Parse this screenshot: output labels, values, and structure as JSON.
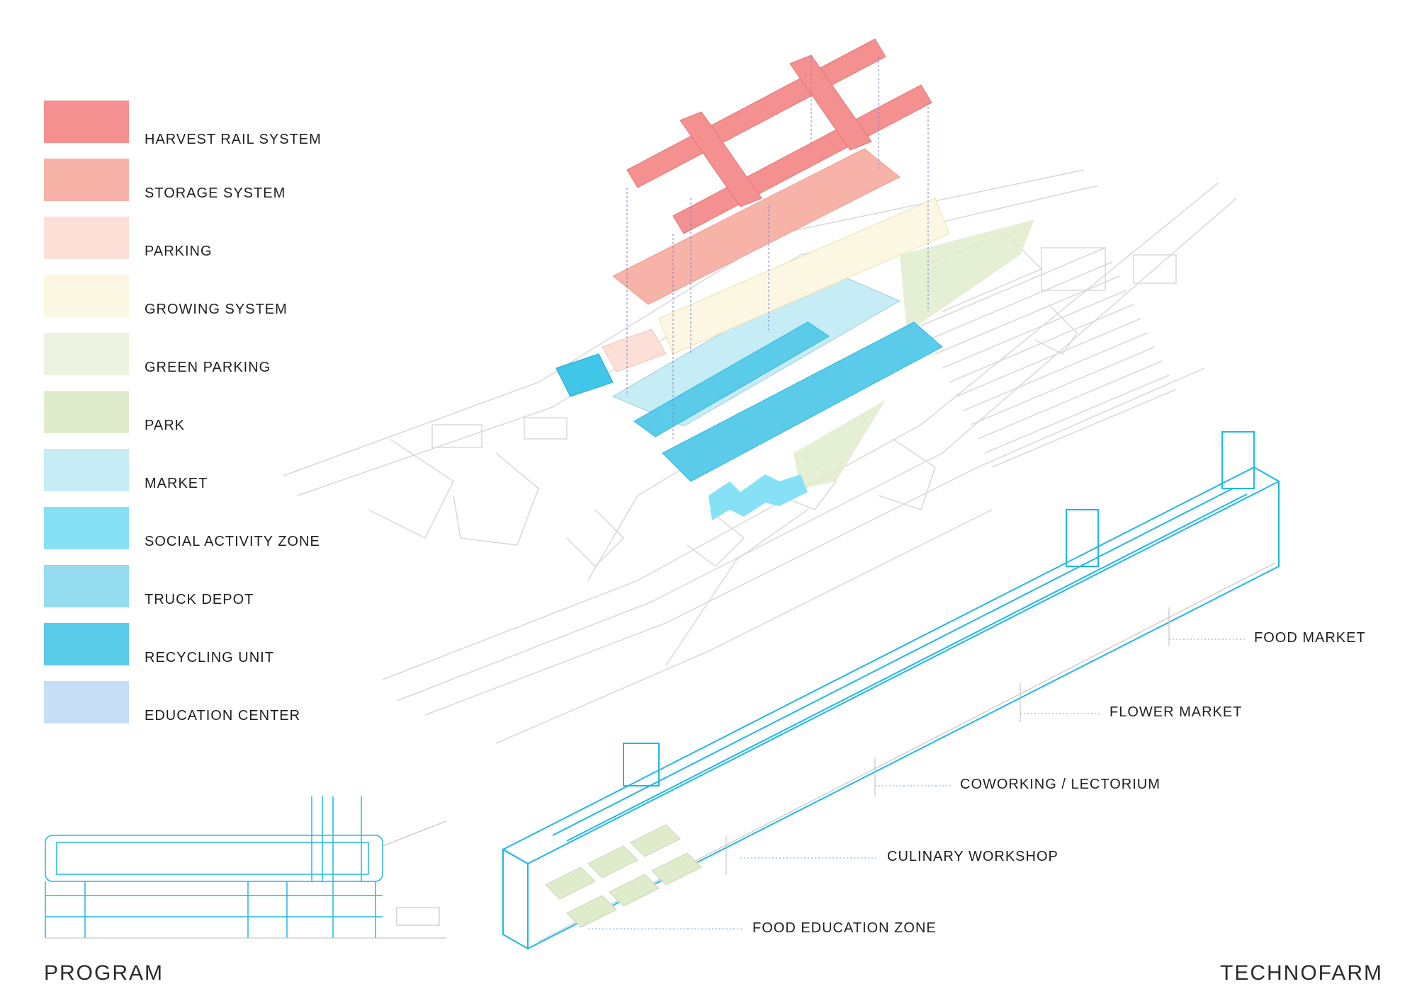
{
  "legend": {
    "items": [
      {
        "label": "HARVEST RAIL SYSTEM",
        "color": "#f59090"
      },
      {
        "label": "STORAGE SYSTEM",
        "color": "#f8b3a8"
      },
      {
        "label": "PARKING",
        "color": "#fce0d8"
      },
      {
        "label": "GROWING SYSTEM",
        "color": "#fcf7e2"
      },
      {
        "label": "GREEN PARKING",
        "color": "#edf2e0"
      },
      {
        "label": "PARK",
        "color": "#dfeccc"
      },
      {
        "label": "MARKET",
        "color": "#c6ecf5"
      },
      {
        "label": "SOCIAL ACTIVITY ZONE",
        "color": "#86e1f7"
      },
      {
        "label": "TRUCK DEPOT",
        "color": "#94dcee"
      },
      {
        "label": "RECYCLING UNIT",
        "color": "#5bcbea"
      },
      {
        "label": "EDUCATION CENTER",
        "color": "#c6def6"
      }
    ]
  },
  "zones": {
    "food_market": "FOOD MARKET",
    "flower_market": "FLOWER MARKET",
    "coworking": "COWORKING / LECTORIUM",
    "culinary": "CULINARY WORKSHOP",
    "food_education": "FOOD EDUCATION ZONE"
  },
  "footer": {
    "left": "PROGRAM",
    "right": "TECHNOFARM"
  }
}
